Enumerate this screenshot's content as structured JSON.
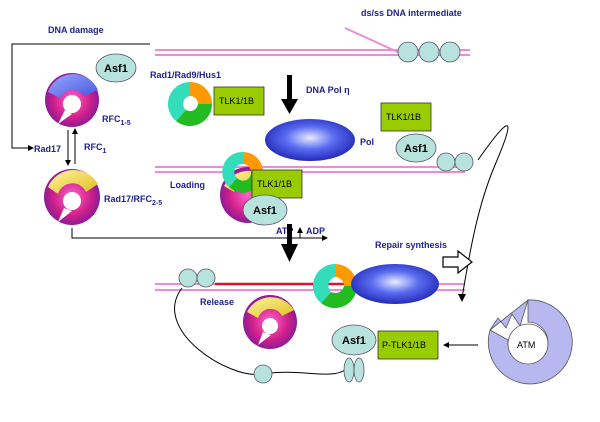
{
  "labels": {
    "dna_damage": "DNA damage",
    "ds_ss_dna": "ds/ss DNA  intermediate",
    "asf1": "Asf1",
    "rfc15_base": "RFC",
    "rfc15_sub": "1-5",
    "rfc1_base": "RFC",
    "rfc1_sub": "1",
    "rad17": "Rad17",
    "rad17rfc_base": "Rad17/RFC",
    "rad17rfc_sub": "2-5",
    "rad1_rad9_hus1": "Rad1/Rad9/Hus1",
    "tlk": "TLK1/1B",
    "dna_pol_eta": "DNA Pol η",
    "pol": "Pol",
    "loading": "Loading",
    "atp": "ATP",
    "adp": "ADP",
    "repair_synthesis": "Repair synthesis",
    "release": "Release",
    "p_tlk": "P-TLK1/1B",
    "atm": "ATM"
  },
  "colors": {
    "dna_strand": "#f08ad8",
    "label_blue": "#1f1f8f",
    "tlk_green": "#99cc00",
    "asf1_cyan": "#b8e2de",
    "pol_blue": "#3a4be0",
    "atm_lavender": "#b8b8f0"
  }
}
